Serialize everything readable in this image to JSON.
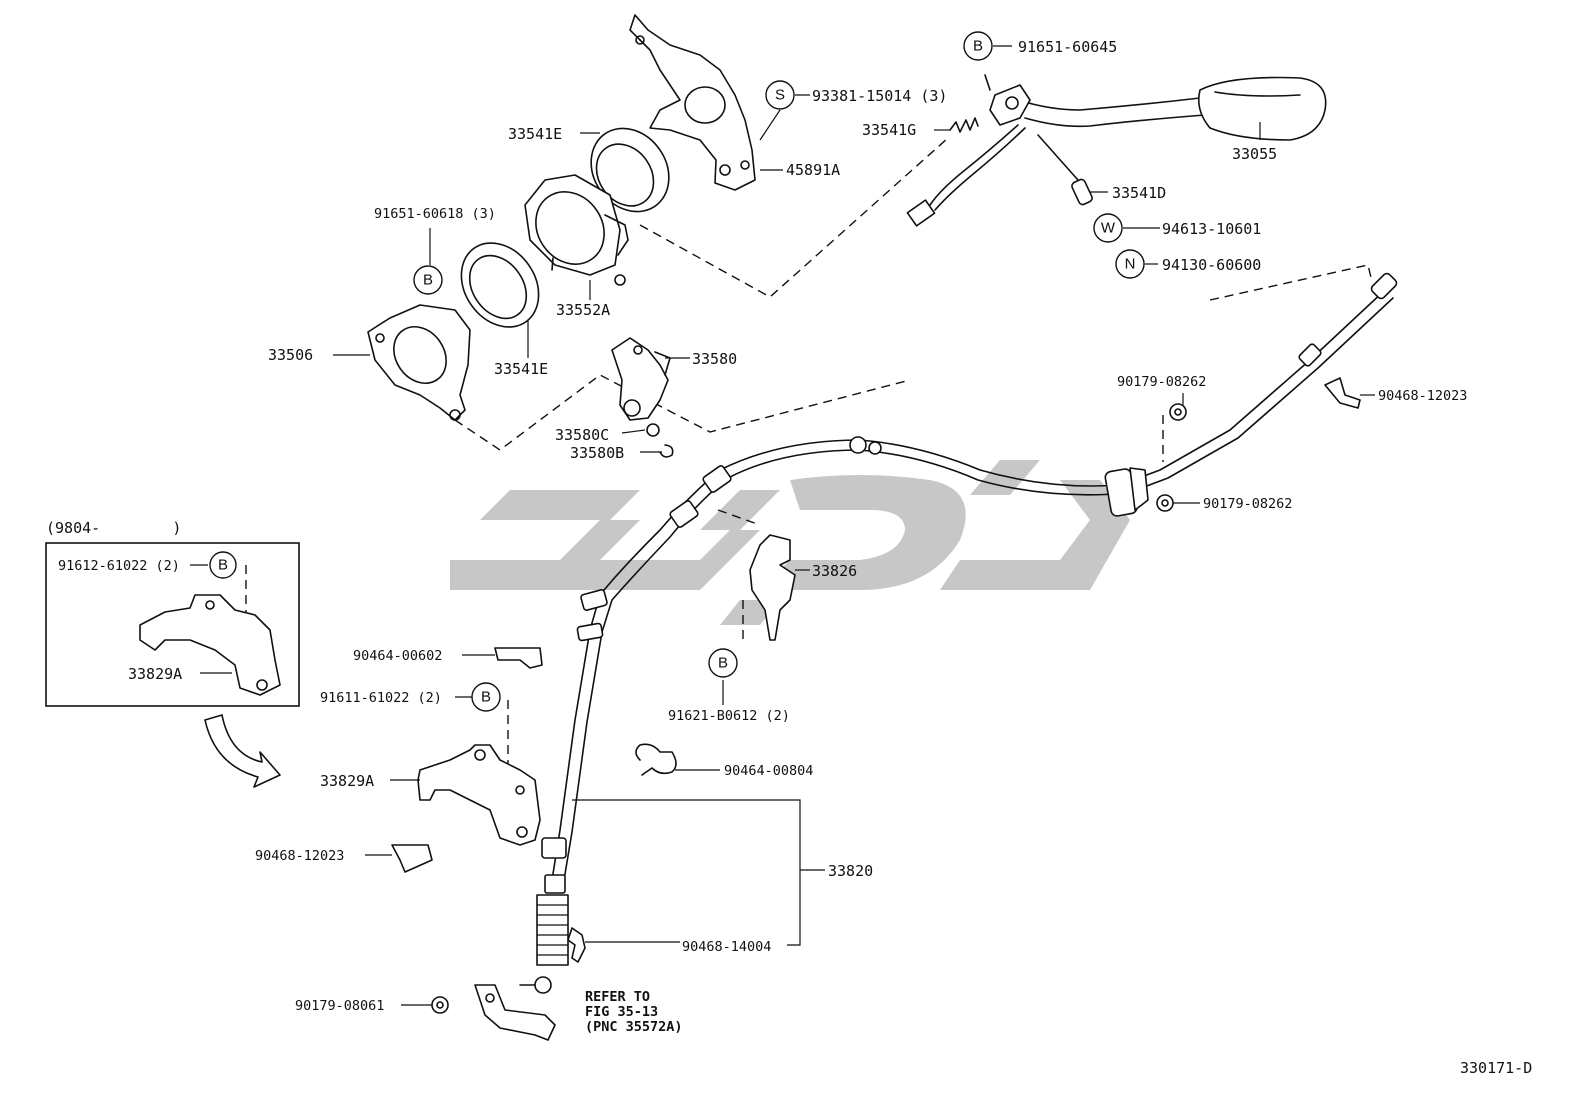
{
  "labels": {
    "p91651_60645": "91651-60645",
    "p93381_15014": "93381-15014 (3)",
    "p33541E_top": "33541E",
    "p33541G": "33541G",
    "p33055": "33055",
    "p45891A": "45891A",
    "p91651_60618": "91651-60618 (3)",
    "p33541D": "33541D",
    "p94613_10601": "94613-10601",
    "p94130_60600": "94130-60600",
    "p33552A": "33552A",
    "p33506": "33506",
    "p33541E_bot": "33541E",
    "p33580": "33580",
    "p33580C": "33580C",
    "p33580B": "33580B",
    "p90179_08262_a": "90179-08262",
    "p90468_12023_r": "90468-12023",
    "p90179_08262_b": "90179-08262",
    "p9804": "(9804-        )",
    "p91612_61022": "91612-61022 (2)",
    "p33829A_box": "33829A",
    "p33826": "33826",
    "p90464_00602": "90464-00602",
    "p91611_61022": "91611-61022 (2)",
    "p91621_B0612": "91621-B0612 (2)",
    "p90464_00804": "90464-00804",
    "p33829A": "33829A",
    "p33820": "33820",
    "p90468_12023_l": "90468-12023",
    "p90468_14004": "90468-14004",
    "p90179_08061": "90179-08061",
    "refer1": "REFER TO",
    "refer2": "FIG 35-13",
    "refer3": "(PNC 35572A)",
    "figure_id": "330171-D"
  },
  "callouts": {
    "B": "B",
    "S": "S",
    "W": "W",
    "N": "N"
  },
  "colors": {
    "ink": "#111111",
    "watermark": "#b9b9b9",
    "background": "#ffffff"
  }
}
